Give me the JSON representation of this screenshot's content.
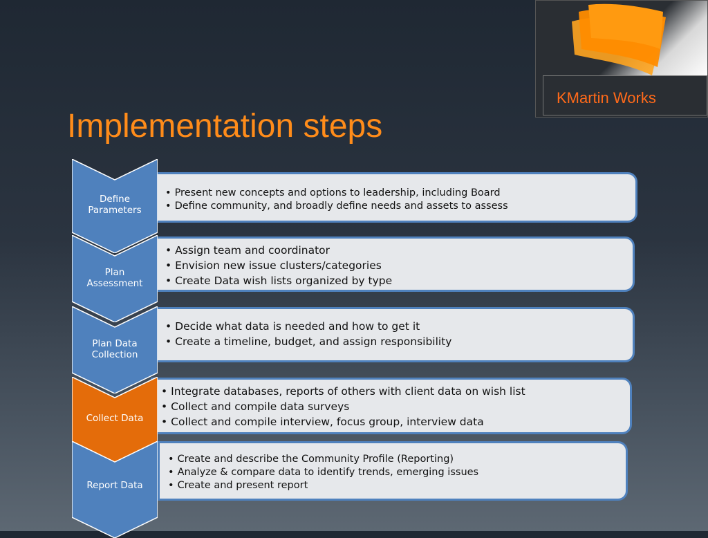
{
  "logo": {
    "text": "KMartin Works",
    "colors": [
      "#ff8c1a",
      "#ffa500"
    ]
  },
  "title": "Implementation steps",
  "colors": {
    "arrow_blue": "#4f81bd",
    "arrow_orange": "#e46c0a",
    "box_bg": "#e6e8eb",
    "title": "#ff8c1a"
  },
  "steps": [
    {
      "label": "Define\nParameters",
      "color": "#4f81bd",
      "bullets": [
        "Present new concepts and options to leadership, including Board",
        "Define community,  and broadly define needs and assets to assess"
      ]
    },
    {
      "label": "Plan\nAssessment",
      "color": "#4f81bd",
      "bullets": [
        "Assign team and coordinator",
        "Envision new issue clusters/categories",
        "Create Data wish lists organized by type"
      ]
    },
    {
      "label": "Plan Data\nCollection",
      "color": "#4f81bd",
      "bullets": [
        "Decide what data is needed and how to get it",
        "Create a timeline, budget, and assign responsibility"
      ]
    },
    {
      "label": "Collect Data",
      "color": "#e46c0a",
      "bullets": [
        "Integrate databases, reports of others with client data on wish list",
        "Collect and compile data surveys",
        "Collect and compile interview, focus group, interview data"
      ]
    },
    {
      "label": "Report Data",
      "color": "#4f81bd",
      "bullets": [
        "Create and describe the Community Profile (Reporting)",
        "Analyze & compare data to identify trends, emerging issues",
        "Create and present report"
      ]
    }
  ]
}
